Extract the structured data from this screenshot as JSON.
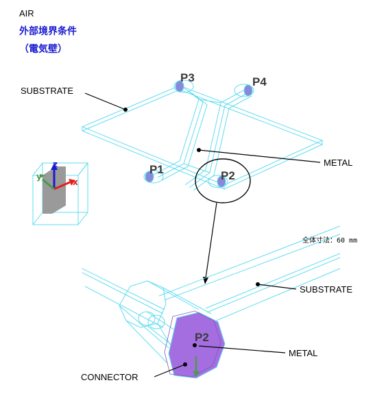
{
  "header": {
    "air": "AIR",
    "boundary": "外部境界条件",
    "boundary_note": "（電気壁）"
  },
  "top_view": {
    "ports": [
      "P1",
      "P2",
      "P3",
      "P4"
    ],
    "labels": {
      "substrate": "SUBSTRATE",
      "metal": "METAL"
    }
  },
  "axes": {
    "x": "x",
    "y": "y",
    "z": "z"
  },
  "dimension": "全体寸法：60 mm",
  "detail_view": {
    "port": "P2",
    "labels": {
      "substrate": "SUBSTRATE",
      "metal": "METAL",
      "connector": "CONNECTOR"
    }
  },
  "colors": {
    "wireframe": "#5fdcf0",
    "connector_fill": "#a56ee0",
    "title_blue": "#1a1ad0",
    "axis_x": "#e02020",
    "axis_y": "#4a9a4a",
    "axis_z": "#1a1ad0"
  }
}
